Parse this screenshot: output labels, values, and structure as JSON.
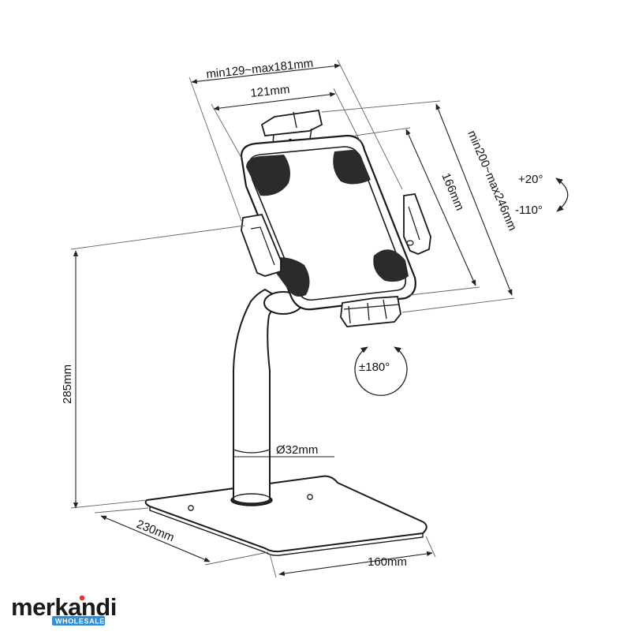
{
  "dimensions": {
    "clamp_width": "min129~max181mm",
    "inner_width": "121mm",
    "inner_height": "166mm",
    "clamp_height": "min200~max246mm",
    "stand_height": "285mm",
    "pole_diameter": "Ø32mm",
    "base_depth": "230mm",
    "base_width": "160mm"
  },
  "rotation": {
    "tilt_up": "+20°",
    "tilt_down": "-110°",
    "swivel": "±180°"
  },
  "brand": {
    "name": "merkandi",
    "badge": "WHOLESALE",
    "colors": {
      "text": "#1a1a1a",
      "badge": "#2f8fd6",
      "accent": "#e8302a"
    }
  }
}
